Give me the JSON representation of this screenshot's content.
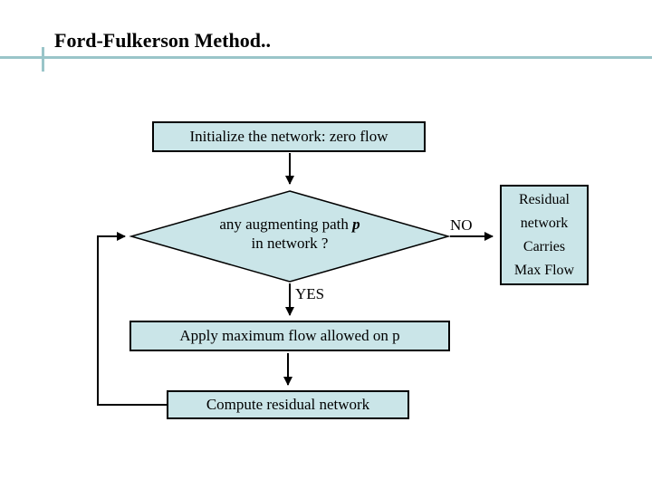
{
  "slide": {
    "title": "Ford-Fulkerson Method..",
    "colors": {
      "accent_line": "#9ac5c9",
      "node_fill": "#cae5e8",
      "node_border": "#000000"
    },
    "nodes": {
      "initialize": {
        "label": "Initialize the network: zero flow"
      },
      "decision": {
        "line1_prefix": "any augmenting path ",
        "line1_emphasis": "p",
        "line2": "in network ?"
      },
      "apply": {
        "label": "Apply maximum flow allowed on p"
      },
      "compute": {
        "label": "Compute residual network"
      },
      "residual": {
        "lines": [
          "Residual",
          "network",
          "Carries",
          "Max Flow"
        ]
      }
    },
    "edge_labels": {
      "no": "NO",
      "yes": "YES"
    }
  }
}
